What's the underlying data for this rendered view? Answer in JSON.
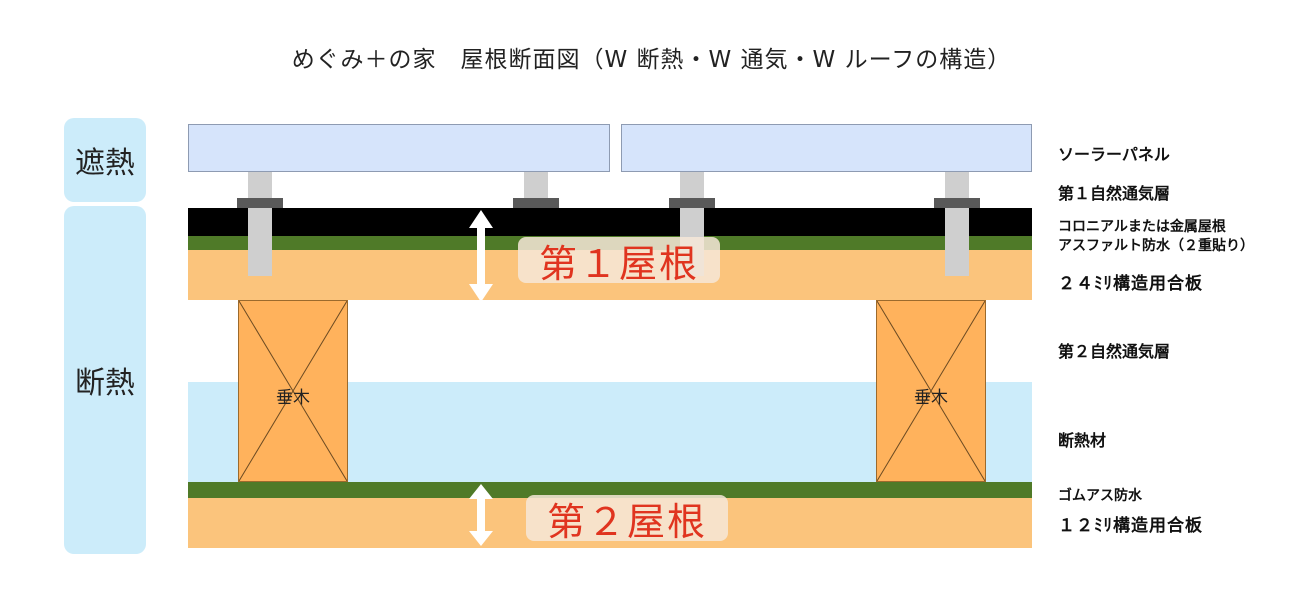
{
  "title": "めぐみ＋の家　屋根断面図（W 断熱・W 通気・W ルーフの構造）",
  "side": {
    "heat_shield": "遮熱",
    "insulation": "断熱"
  },
  "rafter_label": "垂木",
  "roof1_label": "第１屋根",
  "roof2_label": "第２屋根",
  "labels": {
    "solar_panel": "ソーラーパネル",
    "vent1": "第１自然通気層",
    "colonial_line1": "コロニアルまたは金属屋根",
    "colonial_line2": "アスファルト防水（２重貼り）",
    "plywood24": "２４ﾐﾘ構造用合板",
    "vent2": "第２自然通気層",
    "insulation_material": "断熱材",
    "rubber_asphalt": "ゴムアス防水",
    "plywood12": "１２ﾐﾘ構造用合板"
  },
  "colors": {
    "panel": "#d6e4fb",
    "roofing": "#000000",
    "waterproof": "#4f7a28",
    "plywood": "#fbc47c",
    "rafter": "#ffb25c",
    "insulation": "#ccecfa",
    "accent_text": "#e0341f"
  }
}
